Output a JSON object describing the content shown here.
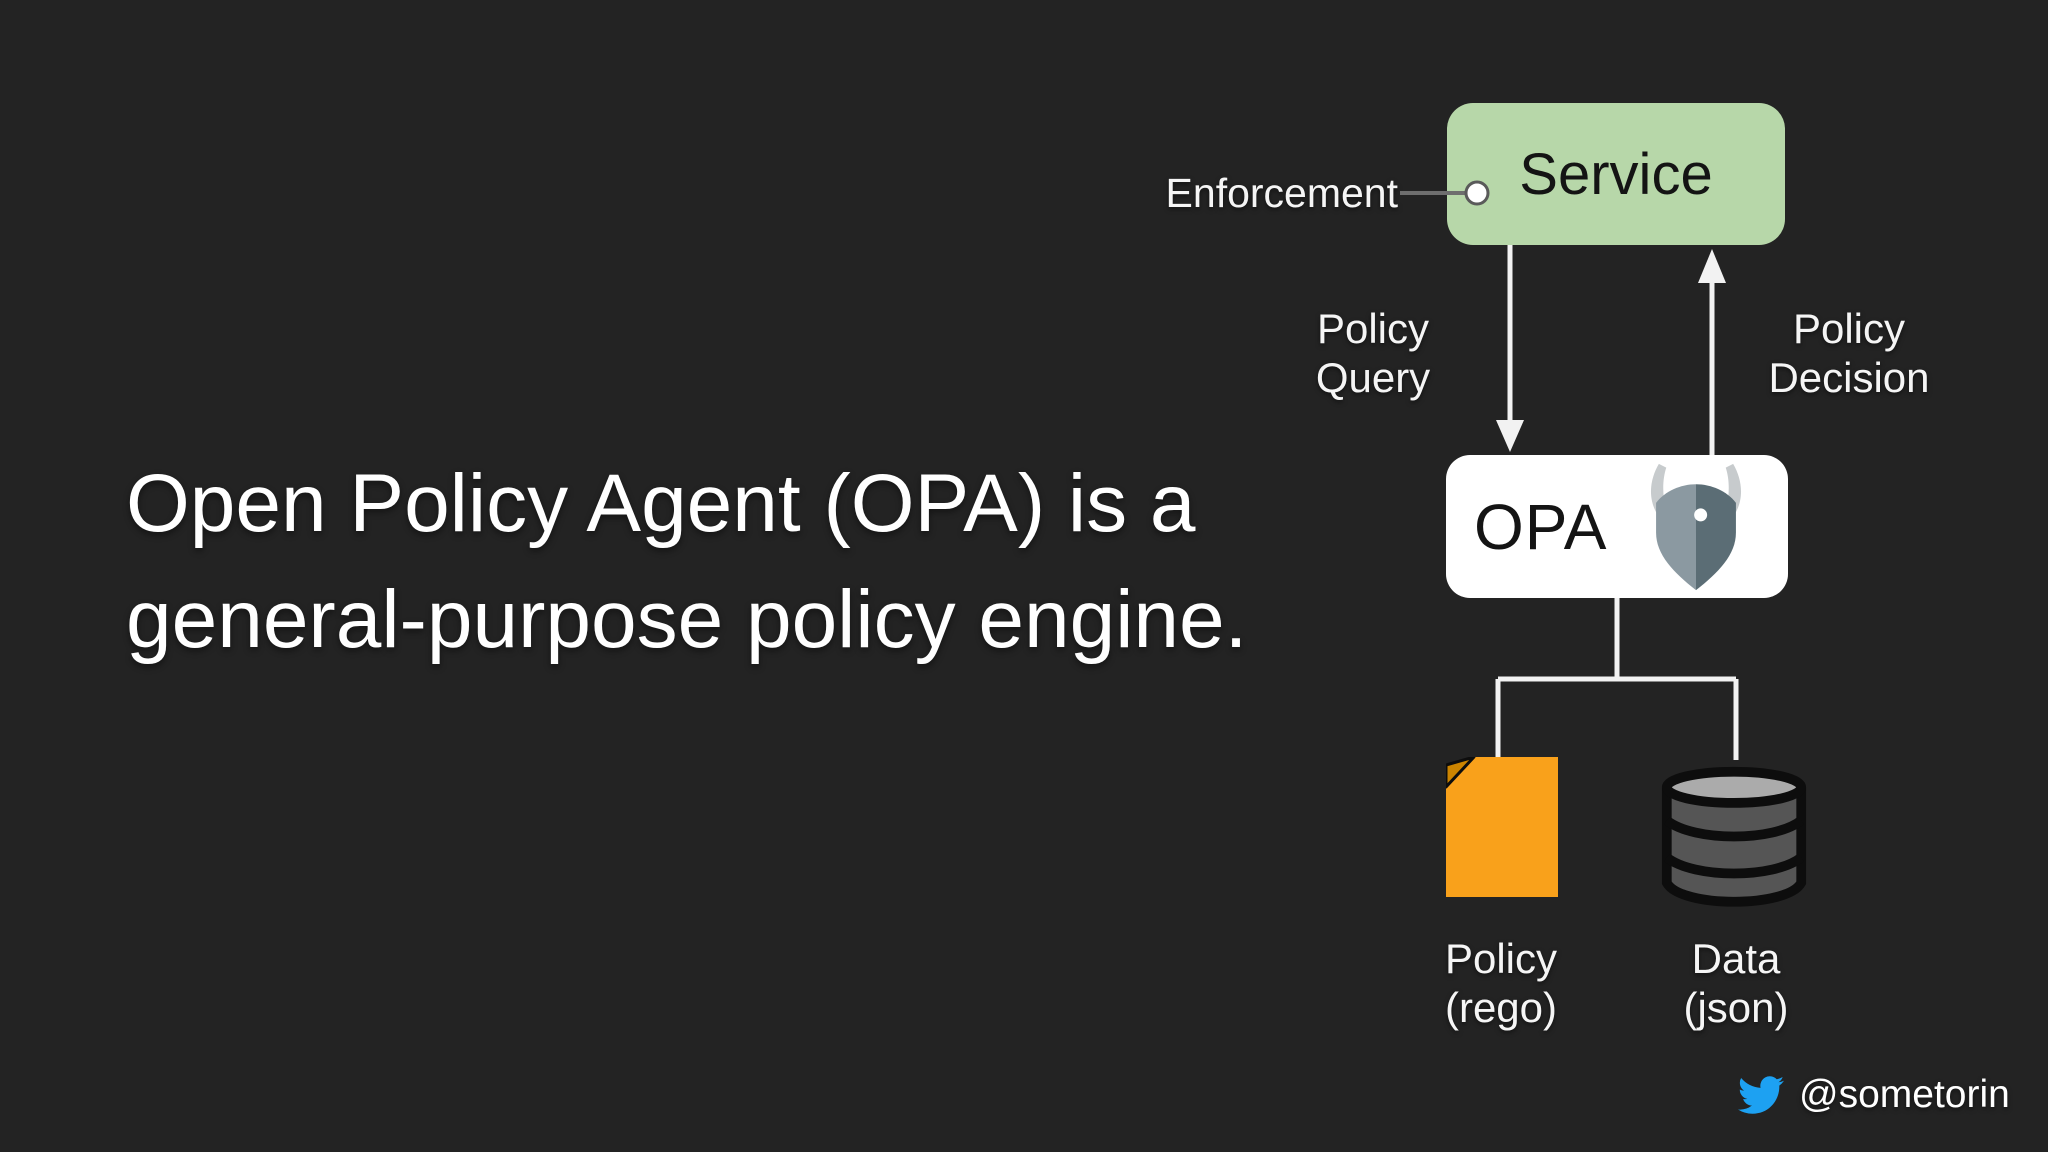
{
  "slide": {
    "headline_lines": [
      "Open Policy Agent (OPA) is a",
      "general-purpose policy engine."
    ],
    "twitter": {
      "handle": "@sometorin",
      "icon": "twitter-bird-icon"
    }
  },
  "diagram": {
    "nodes": {
      "service": {
        "label": "Service"
      },
      "opa": {
        "label": "OPA",
        "icon": "opa-helmet-logo"
      }
    },
    "annotations": {
      "enforcement": {
        "label": "Enforcement"
      },
      "policy_query": {
        "lines": [
          "Policy",
          "Query"
        ]
      },
      "policy_decision": {
        "lines": [
          "Policy",
          "Decision"
        ]
      }
    },
    "sources": {
      "policy_file": {
        "lines": [
          "Policy",
          "(rego)"
        ],
        "icon": "document-icon"
      },
      "data_file": {
        "lines": [
          "Data",
          "(json)"
        ],
        "icon": "database-icon"
      }
    }
  },
  "colors": {
    "background": "#232323",
    "service_fill": "#b7d7a9",
    "opa_fill": "#ffffff",
    "node_text": "#141414",
    "text": "#f5f5f5",
    "line": "#f2f2f2",
    "connector_gray": "#6e6e6e",
    "doc_orange": "#f9a11b",
    "doc_fold": "#cc8400",
    "db_body": "#555555",
    "db_top": "#ababab",
    "icon_outline": "#0d0d0d",
    "twitter_blue": "#1da1f2"
  }
}
